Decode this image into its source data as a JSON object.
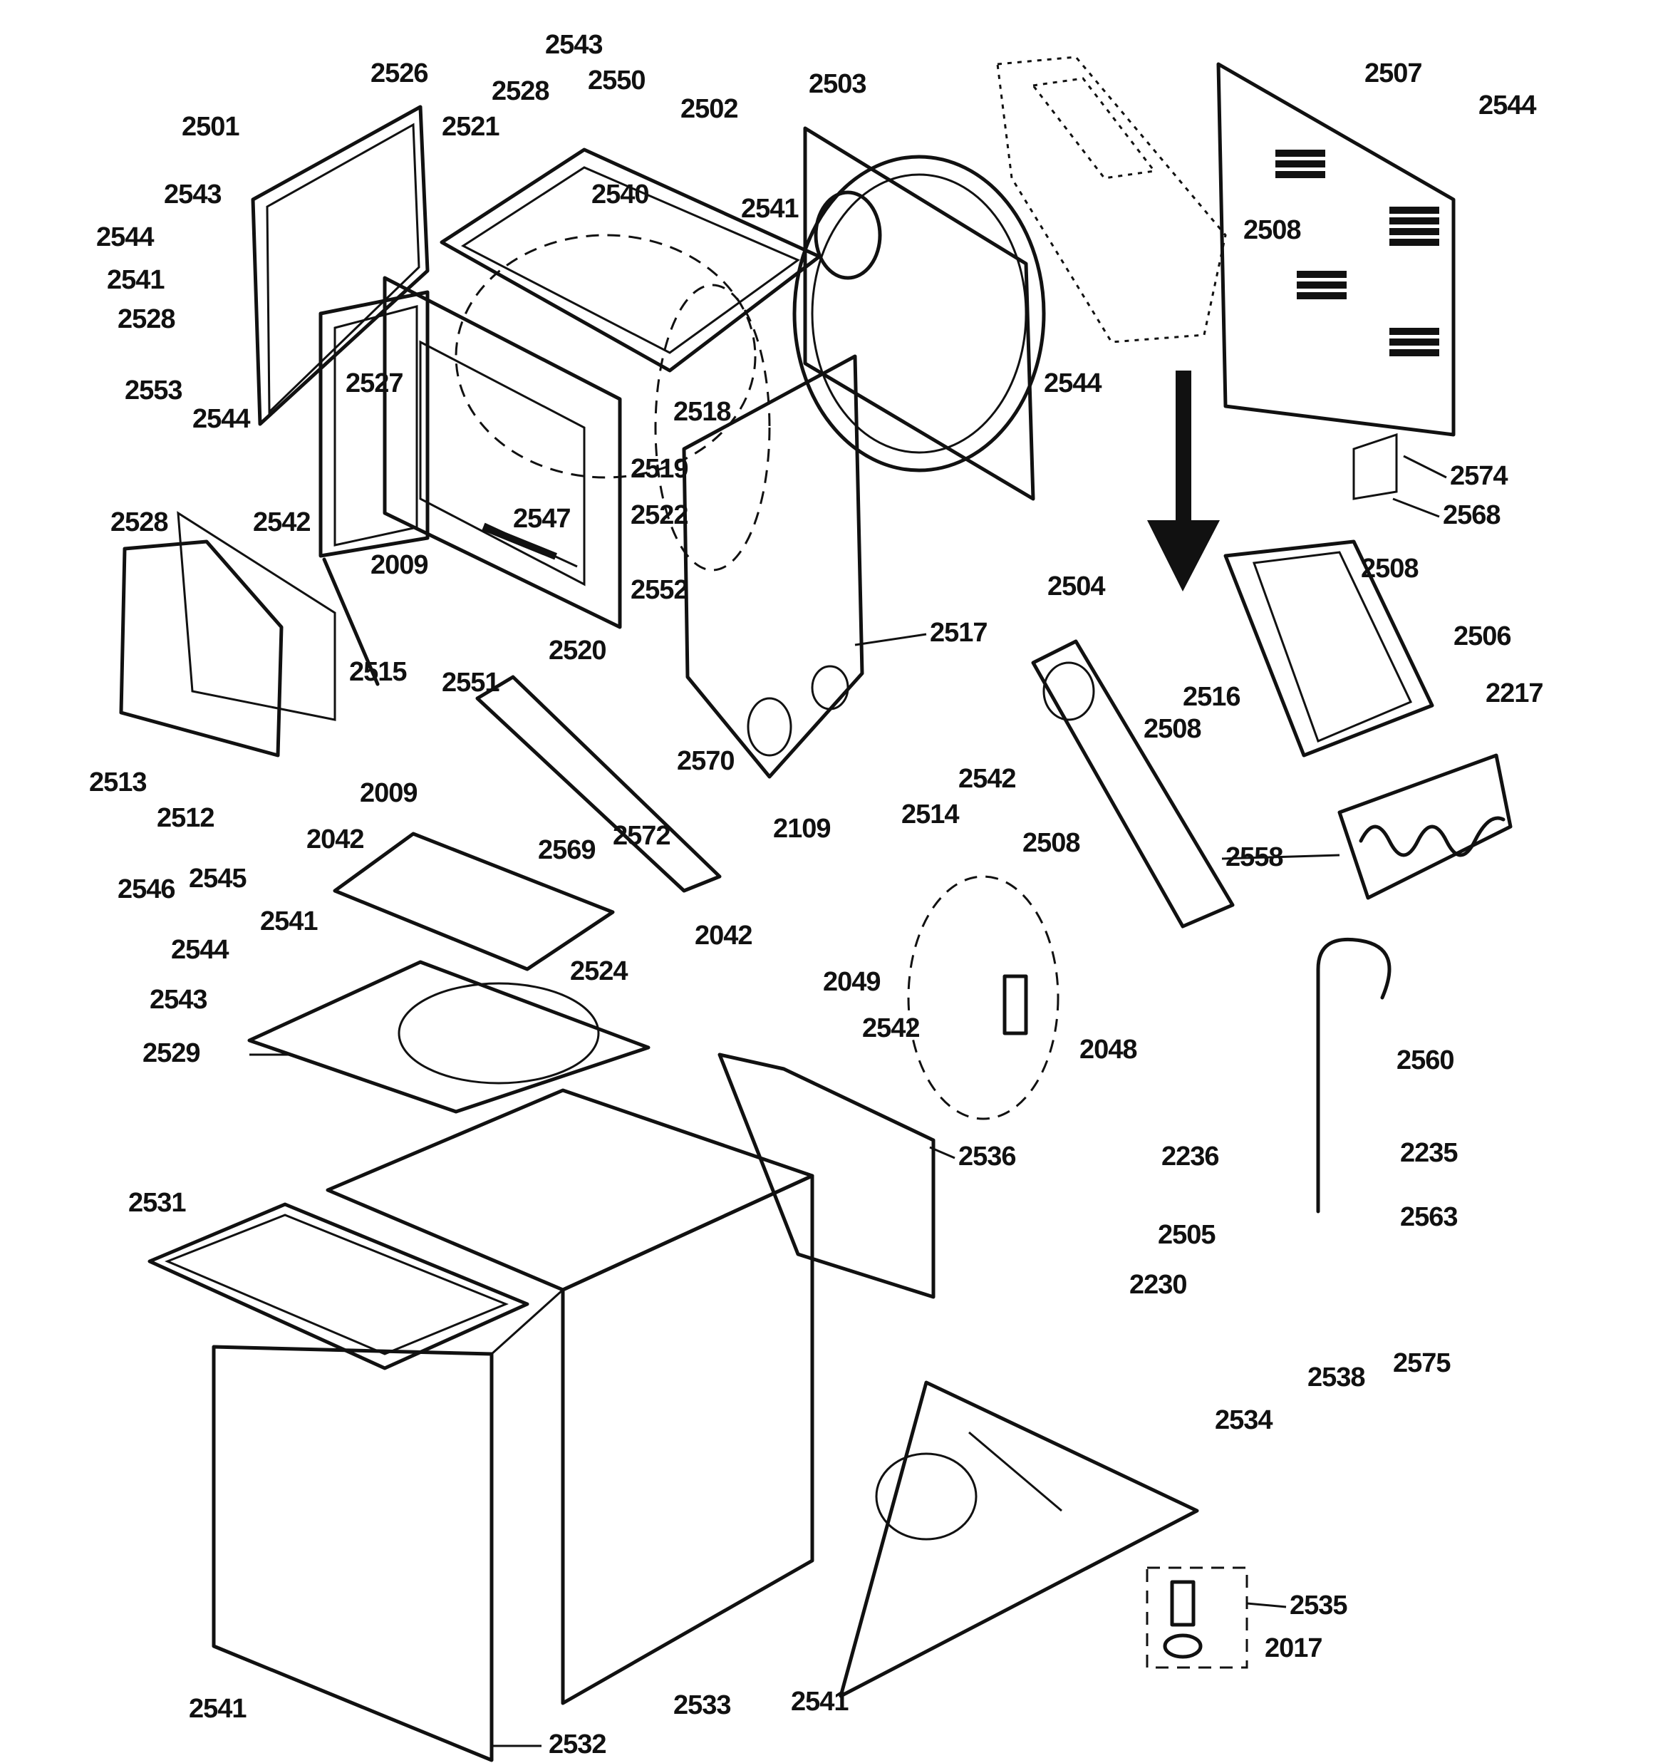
{
  "diagram": {
    "callouts": [
      "2501",
      "2526",
      "2543",
      "2528",
      "2550",
      "2521",
      "2502",
      "2503",
      "2507",
      "2544",
      "2540",
      "2541",
      "2508",
      "2553",
      "2527",
      "2518",
      "2519",
      "2547",
      "2522",
      "2552",
      "2542",
      "2009",
      "2515",
      "2520",
      "2551",
      "2517",
      "2570",
      "2569",
      "2572",
      "2514",
      "2109",
      "2513",
      "2512",
      "2546",
      "2545",
      "2042",
      "2524",
      "2529",
      "2531",
      "2532",
      "2533",
      "2536",
      "2049",
      "2048",
      "2236",
      "2560",
      "2235",
      "2563",
      "2230",
      "2505",
      "2538",
      "2575",
      "2534",
      "2535",
      "2017",
      "2504",
      "2506",
      "2516",
      "2217",
      "2558",
      "2574",
      "2568"
    ]
  }
}
